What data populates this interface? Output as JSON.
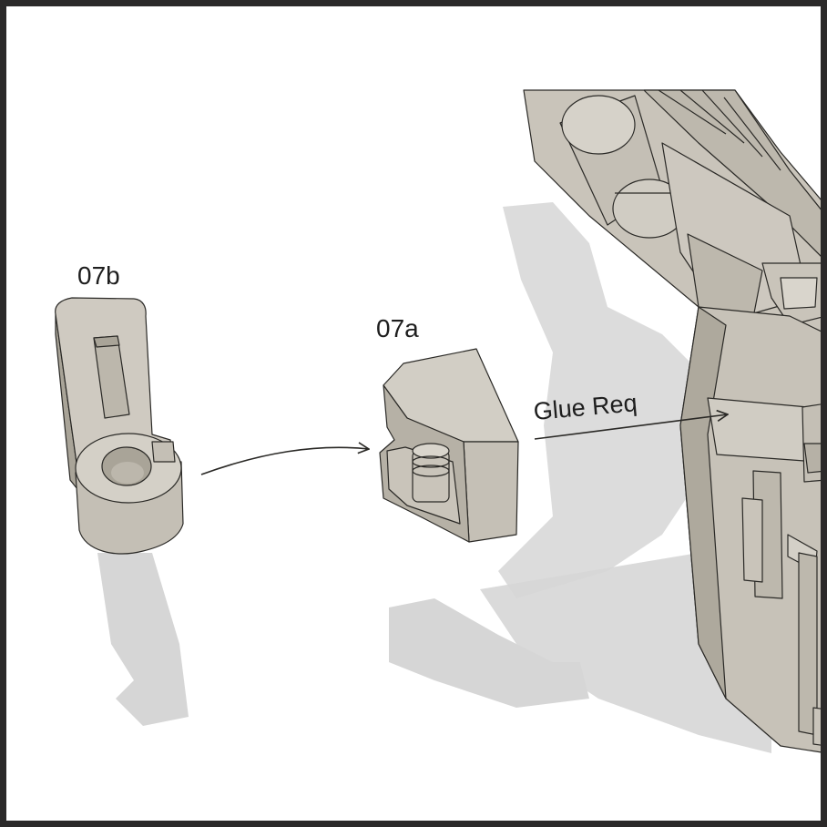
{
  "labels": {
    "part_b": "07b",
    "part_a": "07a",
    "note": "Glue Req"
  },
  "colors": {
    "part_fill": "#c9c4ba",
    "part_light": "#dcd8cf",
    "part_dark": "#a9a498",
    "outline": "#2a2926",
    "shadow": "#d6d6d6",
    "frame": "#2b2929",
    "arrow": "#2a2926"
  }
}
